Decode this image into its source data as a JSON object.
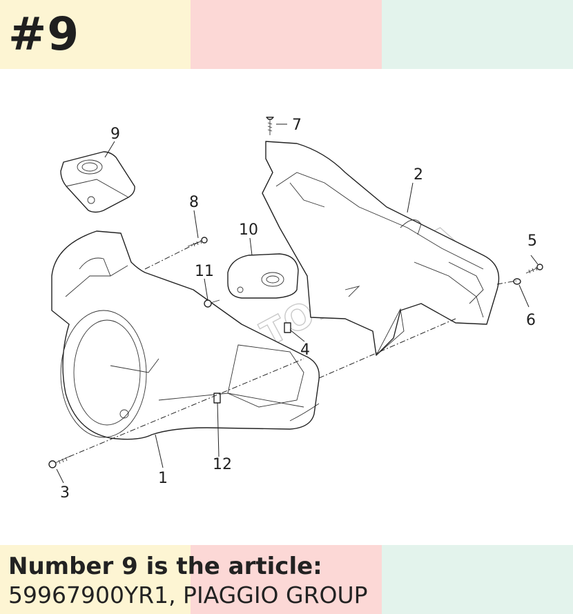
{
  "badge": {
    "text": "#9"
  },
  "caption": {
    "headline": "Number 9 is the article:",
    "part_number": "59967900YR1",
    "separator": ", ",
    "manufacturer": "PIAGGIO GROUP"
  },
  "callouts": [
    "1",
    "2",
    "3",
    "4",
    "5",
    "6",
    "7",
    "8",
    "9",
    "10",
    "11",
    "12"
  ],
  "watermark": {
    "text": "MOTOMURCIA"
  },
  "colors": {
    "band_yellow": "#fdf5d3",
    "band_pink": "#fcd8d6",
    "band_mint": "#e3f3ec",
    "ink": "#222222"
  }
}
